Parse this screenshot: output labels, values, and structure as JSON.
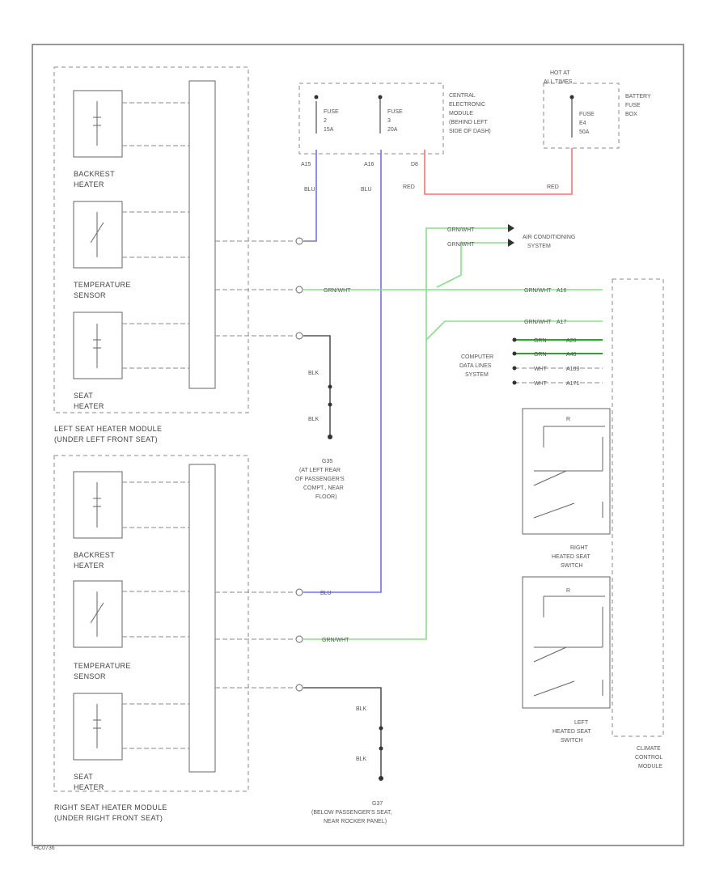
{
  "colors": {
    "blu": "#7070ff",
    "red": "#ff7070",
    "grn": "#88e088",
    "grn_dark": "#22aa22",
    "blk": "#555555",
    "border": "#777777"
  },
  "left_module": {
    "backrest_label_1": "BACKREST",
    "backrest_label_2": "HEATER",
    "temp_label_1": "TEMPERATURE",
    "temp_label_2": "SENSOR",
    "seat_label_1": "SEAT",
    "seat_label_2": "HEATER",
    "title_1": "LEFT SEAT HEATER MODULE",
    "title_2": "(UNDER LEFT FRONT SEAT)"
  },
  "right_module": {
    "backrest_label_1": "BACKREST",
    "backrest_label_2": "HEATER",
    "temp_label_1": "TEMPERATURE",
    "temp_label_2": "SENSOR",
    "seat_label_1": "SEAT",
    "seat_label_2": "HEATER",
    "title_1": "RIGHT SEAT HEATER MODULE",
    "title_2": "(UNDER RIGHT FRONT SEAT)"
  },
  "cem": {
    "fuse_a": [
      "FUSE",
      "2",
      "15A"
    ],
    "fuse_b": [
      "FUSE",
      "3",
      "20A"
    ],
    "label": [
      "CENTRAL",
      "ELECTRONIC",
      "MODULE",
      "(BEHIND LEFT",
      "SIDE OF DASH)"
    ],
    "pin_a": "A15",
    "pin_b": "A16",
    "pin_c": "D8"
  },
  "battery_box": {
    "hot_label": [
      "HOT AT",
      "ALL TIMES"
    ],
    "fuse": [
      "FUSE",
      "E4",
      "50A"
    ],
    "label": [
      "BATTERY",
      "FUSE",
      "BOX"
    ]
  },
  "wire_labels": {
    "blu_a": "BLU",
    "blu_b": "BLU",
    "red_a": "RED",
    "red_b": "RED",
    "grn_wht_1": "GRN/WHT",
    "grn_wht_2": "GRN/WHT",
    "grn_wht_3": "GRN/WHT",
    "grn_wht_4": "GRN/WHT",
    "grn_wht_5": "GRN/WHT",
    "grn_wht_6": "GRN/WHT",
    "blk_1": "BLK",
    "blk_2": "BLK",
    "blk_3": "BLK",
    "blk_4": "BLK",
    "blu_lower": "BLU"
  },
  "ac_system": [
    "AIR CONDITIONING",
    "SYSTEM"
  ],
  "climate_pins": [
    "A16",
    "A17"
  ],
  "data_lines": {
    "label": [
      "COMPUTER",
      "DATA LINES",
      "SYSTEM"
    ],
    "wires": [
      "GRN",
      "GRN",
      "WHT",
      "WHT"
    ],
    "pins": [
      "A26",
      "A48",
      "A103",
      "A171"
    ]
  },
  "ground_left": {
    "id": "G35",
    "label": [
      "(AT LEFT REAR",
      "OF PASSENGER'S",
      "COMPT., NEAR",
      "FLOOR)"
    ]
  },
  "ground_right": {
    "id": "G37",
    "label": [
      "(BELOW PASSENGER'S SEAT,",
      "NEAR ROCKER PANEL)"
    ]
  },
  "right_switch_label": [
    "RIGHT",
    "HEATED SEAT",
    "SWITCH"
  ],
  "left_switch_label": [
    "LEFT",
    "HEATED SEAT",
    "SWITCH"
  ],
  "climate_label": [
    "CLIMATE",
    "CONTROL",
    "MODULE"
  ],
  "footer_code": "HC0736"
}
